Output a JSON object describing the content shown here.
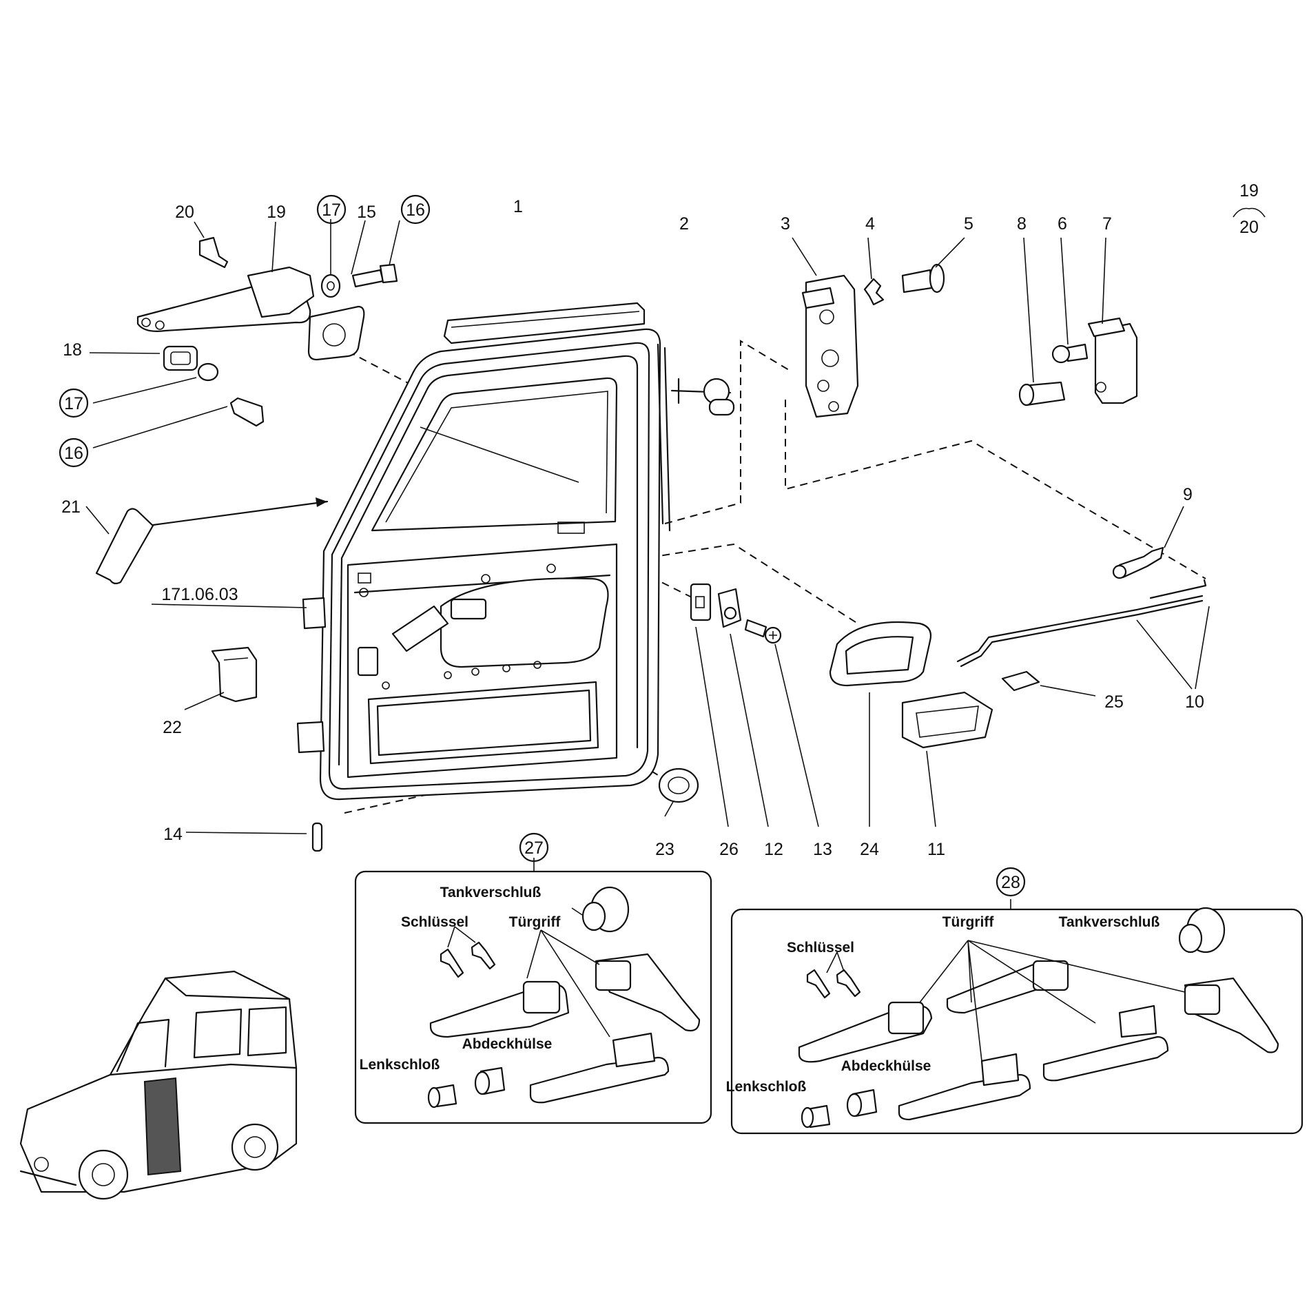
{
  "callouts": {
    "c1": "1",
    "c2": "2",
    "c3": "3",
    "c4": "4",
    "c5": "5",
    "c6": "6",
    "c7": "7",
    "c8": "8",
    "c9": "9",
    "c10": "10",
    "c11": "11",
    "c12": "12",
    "c13": "13",
    "c14": "14",
    "c15": "15",
    "c16a": "16",
    "c16b": "16",
    "c17a": "17",
    "c17b": "17",
    "c18": "18",
    "c19": "19",
    "c20": "20",
    "c21": "21",
    "c22": "22",
    "c23": "23",
    "c24": "24",
    "c25": "25",
    "c26": "26",
    "c27": "27",
    "c28": "28",
    "ref_door": "171.06.03",
    "alt_top": "19",
    "alt_bottom": "20"
  },
  "kit27": {
    "tank": "Tankverschluß",
    "key": "Schlüssel",
    "handle": "Türgriff",
    "lock": "Lenkschloß",
    "sleeve": "Abdeckhülse"
  },
  "kit28": {
    "tank": "Tankverschluß",
    "key": "Schlüssel",
    "handle": "Türgriff",
    "lock": "Lenkschloß",
    "sleeve": "Abdeckhülse"
  }
}
